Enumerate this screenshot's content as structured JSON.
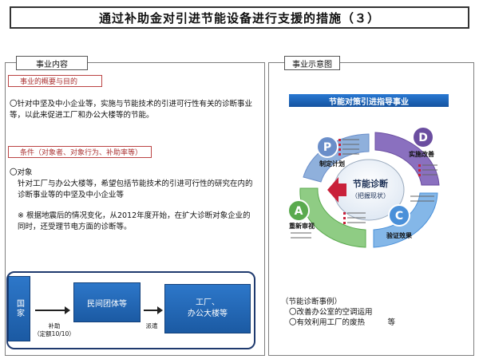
{
  "title": "通过补助金对引进节能设备进行支援的措施（３）",
  "left": {
    "tab": "事业内容",
    "section1_label": "事业的概要与目的",
    "section1_text": "〇针对中坚及中小企业等，实施与节能技术的引进可行性有关的诊断事业等，以此来促进工厂和办公大楼等的节能。",
    "section2_label": "条件（对象者、对象行为、补助率等）",
    "target_heading": "〇对象",
    "target_text": "针对工厂与办公大楼等，希望包括节能技术的引进可行性的研究在内的诊断事业等的中坚及中小企业等",
    "note": "※ 根据地震后的情况变化，从2012年度开始，在扩大诊断对象企业的同时，还受理节电方面的诊断等。"
  },
  "flow": {
    "state": "国家",
    "org": "民间团体等",
    "facility_line1": "工厂、",
    "facility_line2": "办公大楼等",
    "arrow1_line1": "补助",
    "arrow1_line2": "（定额10/10）",
    "arrow2": "派遣"
  },
  "right": {
    "tab": "事业示意图",
    "banner": "节能对策引进指导事业",
    "center_line1": "节能诊断",
    "center_line2": "（把握现状）",
    "plan": "制定计划",
    "do": "实施改善",
    "check": "验证效果",
    "action": "重新审视",
    "examples_heading": "（节能诊断事例）",
    "example1": "〇改善办公室的空调运用",
    "example2": "〇有效利用工厂的废热　　　等"
  },
  "colors": {
    "plan": "#6a8ec9",
    "do": "#6b4ea0",
    "check": "#4a90d9",
    "action": "#5aaa4e",
    "banner": "#1c66bd",
    "flow_node": "#2266b3"
  }
}
